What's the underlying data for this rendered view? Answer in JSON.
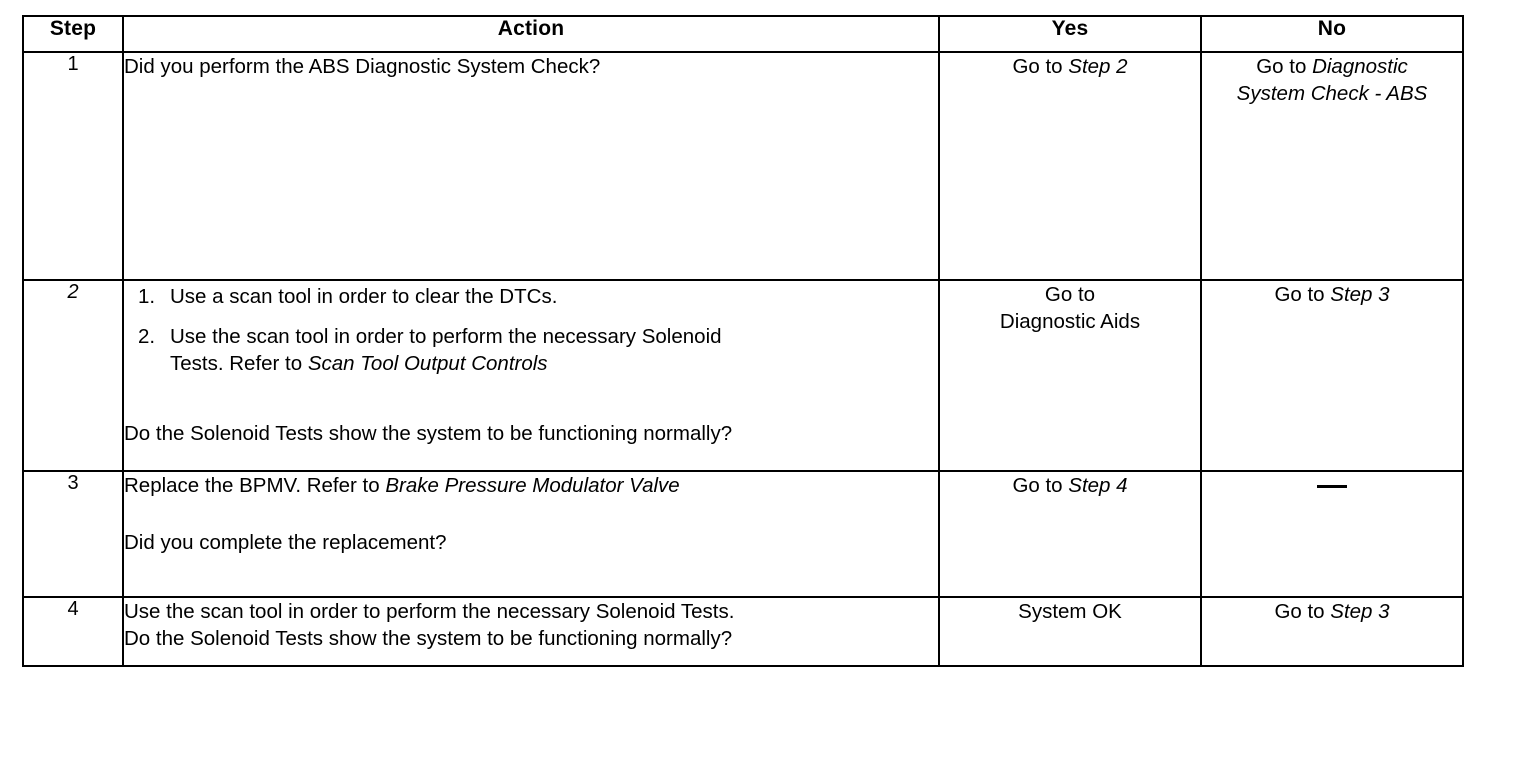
{
  "table": {
    "headers": {
      "step": "Step",
      "action": "Action",
      "yes": "Yes",
      "no": "No"
    },
    "rows": [
      {
        "step": "1",
        "step_italic": false,
        "action": {
          "intro": "Did you perform the ABS Diagnostic System Check?"
        },
        "yes": {
          "prefix": "Go to ",
          "ref": "Step 2"
        },
        "no": {
          "prefix": "Go to ",
          "ref_line1": "Diagnostic",
          "ref_line2": "System Check - ABS"
        }
      },
      {
        "step": "2",
        "step_italic": true,
        "action": {
          "items": [
            {
              "marker": "1.",
              "text": "Use a scan tool in order to clear the DTCs."
            },
            {
              "marker": "2.",
              "text_line1": "Use the scan tool in order to perform the necessary Solenoid",
              "text_line2_prefix": "Tests. Refer to ",
              "text_line2_ref": "Scan Tool Output Controls"
            }
          ],
          "question": "Do the Solenoid Tests show the system to be functioning normally?"
        },
        "yes": {
          "line1": "Go to",
          "line2": "Diagnostic Aids"
        },
        "no": {
          "prefix": "Go to ",
          "ref": "Step 3"
        }
      },
      {
        "step": "3",
        "step_italic": false,
        "action": {
          "statement_prefix": "Replace the BPMV. Refer to ",
          "statement_ref": "Brake Pressure Modulator Valve",
          "question": "Did you complete the replacement?"
        },
        "yes": {
          "prefix": "Go to ",
          "ref": "Step 4"
        },
        "no": {
          "dash": "—"
        }
      },
      {
        "step": "4",
        "step_italic": false,
        "action": {
          "statement": "Use the scan tool in order to perform the necessary Solenoid Tests.",
          "question": "Do the Solenoid Tests show the system to be functioning normally?"
        },
        "yes": {
          "text": "System OK"
        },
        "no": {
          "prefix": "Go to ",
          "ref": "Step 3"
        }
      }
    ]
  }
}
